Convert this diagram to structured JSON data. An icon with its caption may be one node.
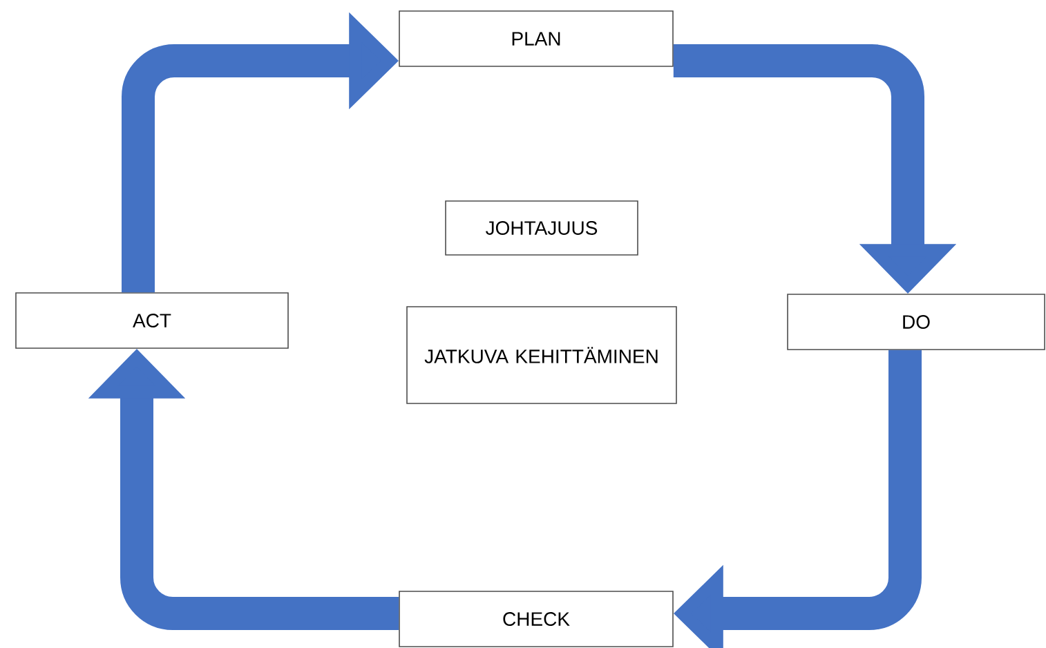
{
  "diagram": {
    "nodes": [
      {
        "text": [
          "PLAN"
        ]
      },
      {
        "text": [
          "DO"
        ]
      },
      {
        "text": [
          "CHECK"
        ]
      },
      {
        "text": [
          "ACT"
        ]
      },
      {
        "text": [
          "JOHTAJUUS"
        ]
      },
      {
        "text": [
          "JATKUVA KEHITTÄMINEN"
        ]
      }
    ],
    "edges": [
      {
        "from": 3,
        "to": 0,
        "arrow": "to"
      },
      {
        "from": 0,
        "to": 1,
        "arrow": "to"
      },
      {
        "from": 1,
        "to": 2,
        "arrow": "to"
      },
      {
        "from": 2,
        "to": 3,
        "arrow": "to"
      }
    ]
  }
}
